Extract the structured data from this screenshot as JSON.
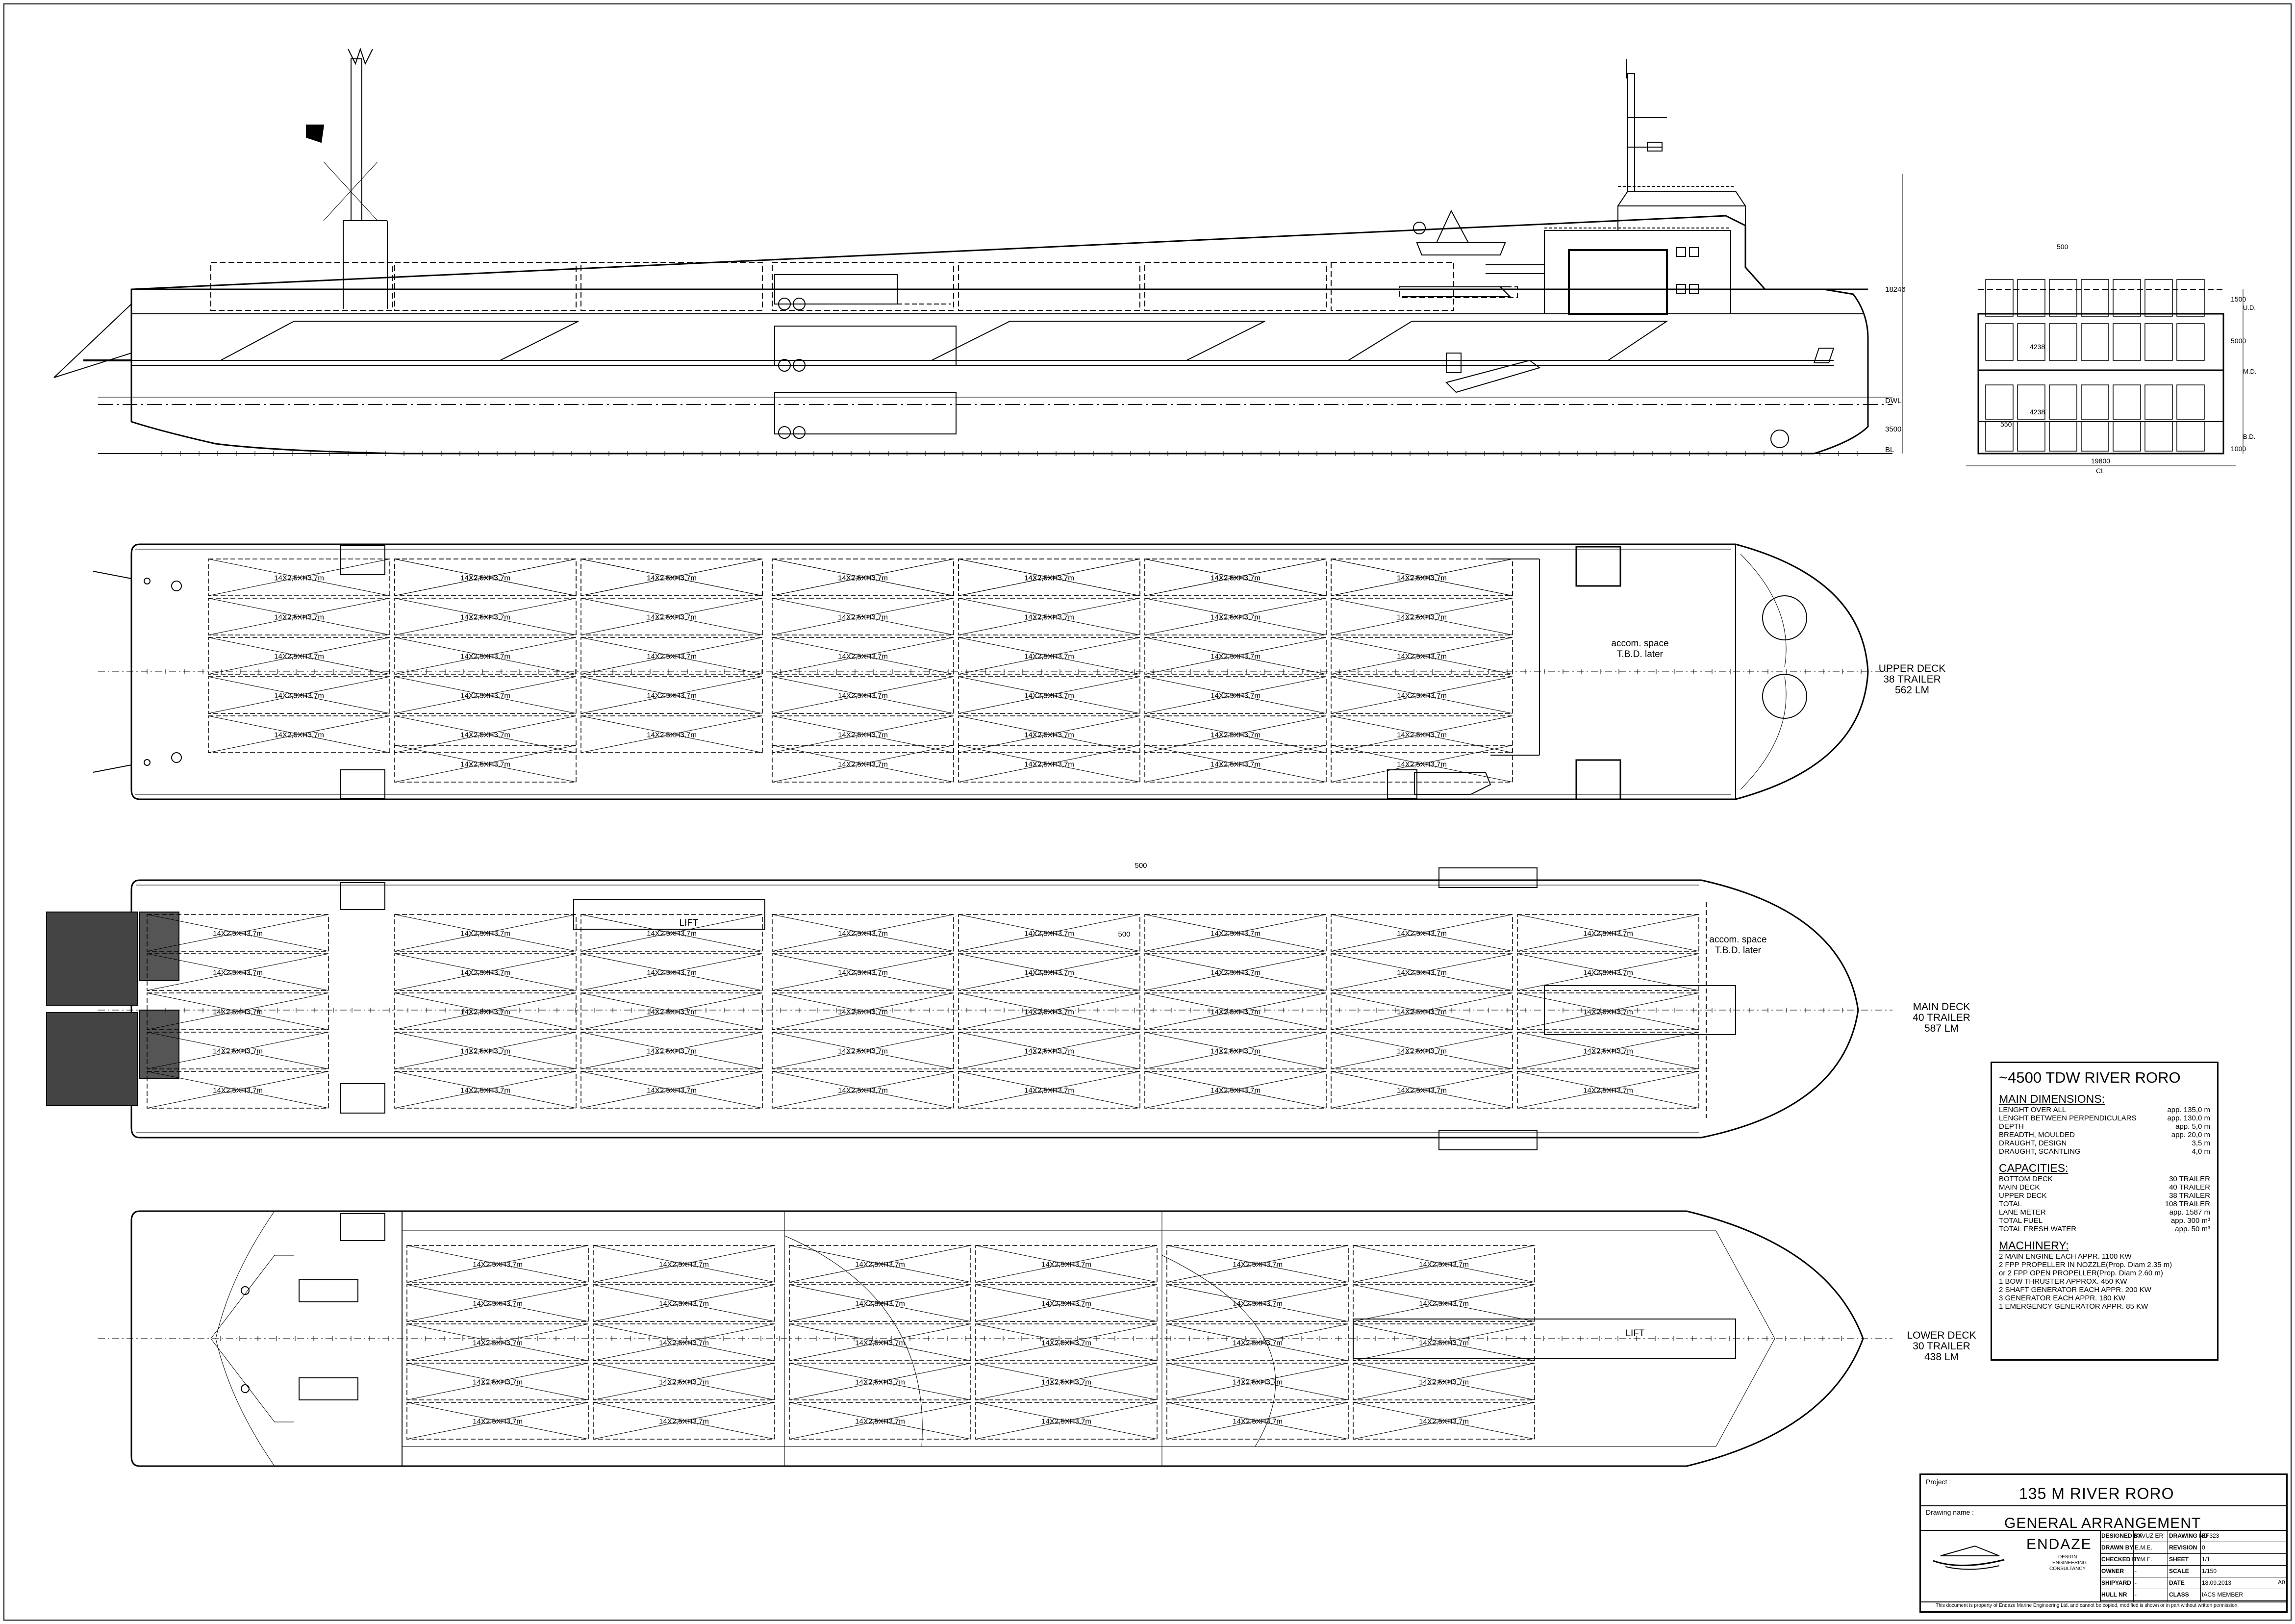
{
  "profile": {
    "dims": {
      "height": "18246",
      "draft": "3500",
      "beam": "19800",
      "h1": "1500",
      "h2": "5000",
      "h3": "1000",
      "s1": "4238",
      "s2": "4238",
      "s3": "550",
      "top": "500"
    },
    "marks": {
      "dwl": "DWL",
      "bl": "BL",
      "ud": "U.D.",
      "md": "M.D.",
      "bd": "B.D.",
      "cl": "CL"
    }
  },
  "slot_label": "14X2,5XH3,7m",
  "upper_deck": {
    "title": "UPPER DECK",
    "trailers": "38 TRAILER",
    "lm": "562 LM",
    "accom": [
      "accom. space",
      "T.B.D. later"
    ]
  },
  "main_deck": {
    "title": "MAIN DECK",
    "trailers": "40 TRAILER",
    "lm": "587 LM",
    "accom": [
      "accom. space",
      "T.B.D. later"
    ],
    "lift": "LIFT",
    "dim": "500"
  },
  "lower_deck": {
    "title": "LOWER DECK",
    "trailers": "30 TRAILER",
    "lm": "438 LM",
    "lift": "LIFT"
  },
  "spec": {
    "title": "~4500 TDW RIVER RORO",
    "main_dimensions": {
      "heading": "MAIN DIMENSIONS:",
      "rows": [
        [
          "LENGHT OVER ALL",
          "app.  135,0 m"
        ],
        [
          "LENGHT BETWEEN PERPENDICULARS",
          "app.  130,0 m"
        ],
        [
          "DEPTH",
          "app.      5,0 m"
        ],
        [
          "BREADTH, MOULDED",
          "app.    20,0 m"
        ],
        [
          "DRAUGHT, DESIGN",
          "3,5 m"
        ],
        [
          "DRAUGHT, SCANTLING",
          "4,0 m"
        ]
      ]
    },
    "capacities": {
      "heading": "CAPACITIES:",
      "rows": [
        [
          "BOTTOM DECK",
          "30 TRAILER"
        ],
        [
          "MAIN DECK",
          "40 TRAILER"
        ],
        [
          "UPPER DECK",
          "38 TRAILER"
        ],
        [
          "TOTAL",
          "108 TRAILER"
        ],
        [
          "LANE METER",
          "app. 1587 m"
        ],
        [
          "TOTAL FUEL",
          "app.  300 m³"
        ],
        [
          "TOTAL FRESH WATER",
          "app.    50 m³"
        ]
      ]
    },
    "machinery": {
      "heading": "MACHINERY:",
      "rows": [
        "2 MAIN ENGINE EACH APPR. 1100 KW",
        "2 FPP PROPELLER IN NOZZLE(Prop. Diam 2.35 m)",
        "or 2 FPP OPEN PROPELLER(Prop. Diam 2.60 m)",
        "1 BOW THRUSTER APPROX. 450 KW",
        "2 SHAFT GENERATOR EACH APPR. 200 KW",
        "3 GENERATOR EACH APPR. 180 KW",
        "1 EMERGENCY GENERATOR APPR. 85 KW"
      ]
    }
  },
  "title_block": {
    "project_label": "Project :",
    "project": "135 M RIVER RORO",
    "drawing_label": "Drawing name :",
    "drawing_name": "GENERAL ARRANGEMENT",
    "company": "ENDAZE",
    "company_sub": [
      "DESIGN",
      "ENGINEERING",
      "CONSULTANCY"
    ],
    "cells": [
      [
        "DESIGNED BY",
        "YAVUZ ER",
        "DRAWING NO",
        "EF323"
      ],
      [
        "DRAWN BY",
        "E.M.E.",
        "REVISION",
        "0"
      ],
      [
        "CHECKED BY",
        "E.M.E.",
        "SHEET",
        "1/1"
      ],
      [
        "OWNER",
        "-",
        "SCALE",
        "1/150"
      ],
      [
        "SHIPYARD",
        "-",
        "DATE",
        "18.09.2013"
      ],
      [
        "HULL NR",
        "-",
        "CLASS",
        "IACS MEMBER"
      ]
    ],
    "paper": "A0",
    "footer": "This document is property of  Endaze Marine Engineering Ltd. and cannot be copied, modified is shown or in part without written permission."
  }
}
